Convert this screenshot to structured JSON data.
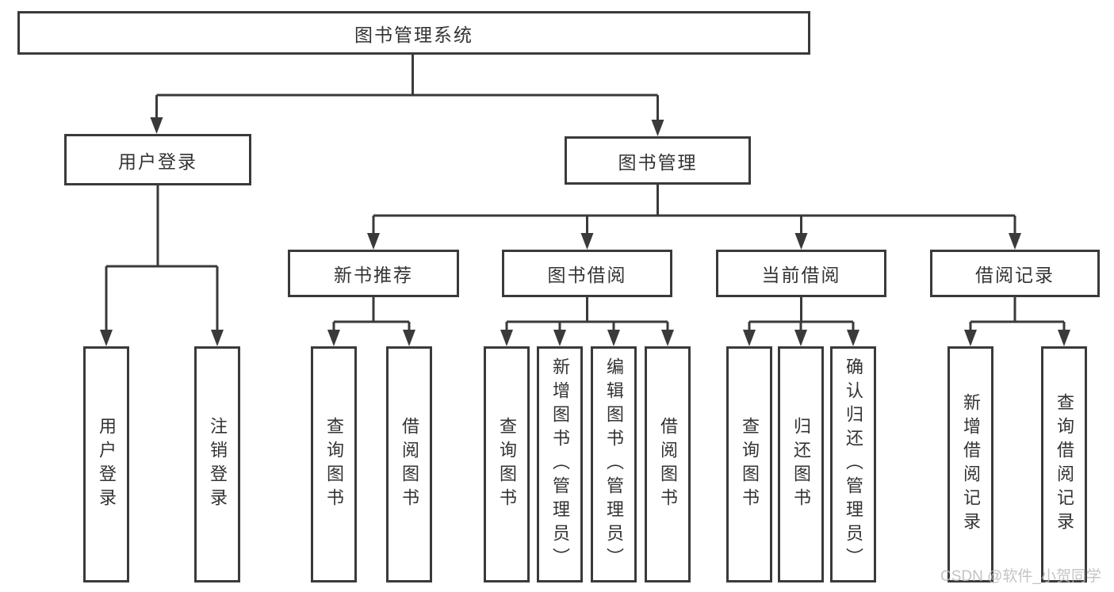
{
  "tree": {
    "label": "图书管理系统",
    "children": [
      {
        "label": "用户登录",
        "children": [
          {
            "label": "用户登录"
          },
          {
            "label": "注销登录"
          }
        ]
      },
      {
        "label": "图书管理",
        "children": [
          {
            "label": "新书推荐",
            "children": [
              {
                "label": "查询图书"
              },
              {
                "label": "借阅图书"
              }
            ]
          },
          {
            "label": "图书借阅",
            "children": [
              {
                "label": "查询图书"
              },
              {
                "label": "新增图书（管理员）"
              },
              {
                "label": "编辑图书（管理员）"
              },
              {
                "label": "借阅图书"
              }
            ]
          },
          {
            "label": "当前借阅",
            "children": [
              {
                "label": "查询图书"
              },
              {
                "label": "归还图书"
              },
              {
                "label": "确认归还（管理员）"
              }
            ]
          },
          {
            "label": "借阅记录",
            "children": [
              {
                "label": "新增借阅记录"
              },
              {
                "label": "查询借阅记录"
              }
            ]
          }
        ]
      }
    ]
  },
  "watermark": {
    "text": "CSDN @软件_小贺同学"
  },
  "colors": {
    "line": "#3a3a3a",
    "text": "#333333",
    "background": "#ffffff",
    "watermark": "#b9b9b9"
  }
}
